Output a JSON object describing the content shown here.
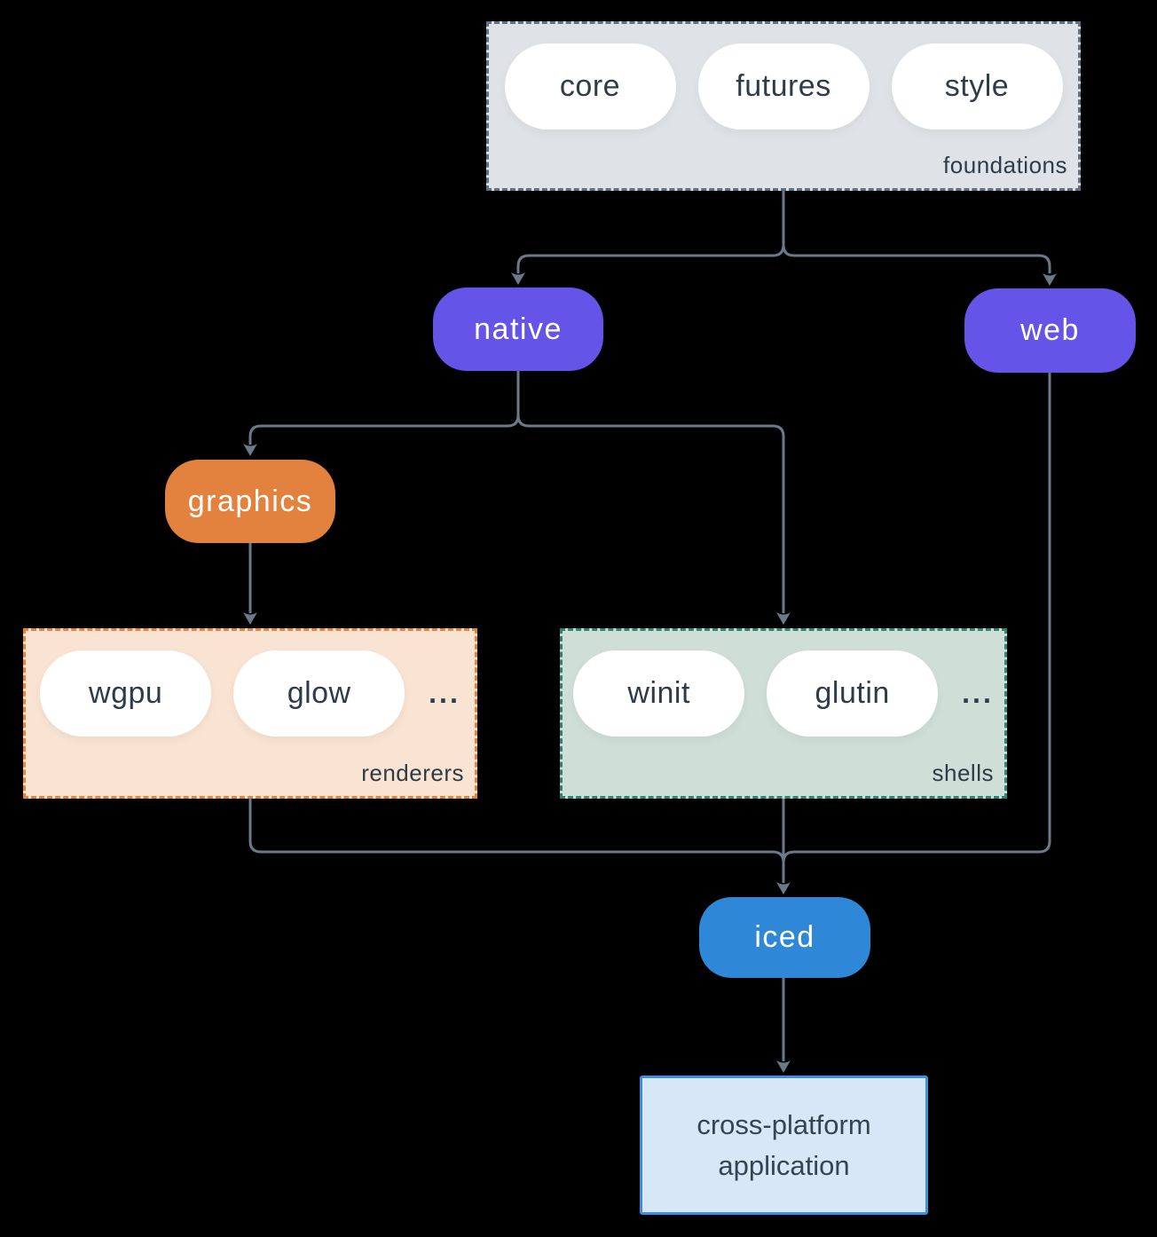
{
  "colors": {
    "bg": "#000000",
    "edge": "#6a7a8b",
    "text-dark": "#2e3c49",
    "pill-white": "#ffffff",
    "purple": "#6554e8",
    "orange": "#e2823e",
    "blue": "#2f87d7",
    "foundations-bg": "#dfe3e7",
    "foundations-border": "#5f7081",
    "renderers-bg": "#f9e3d2",
    "renderers-border": "#e8833c",
    "shells-bg": "#cfdfd8",
    "shells-border": "#2b8773",
    "app-bg": "#d7e7f8",
    "app-border": "#3f8de0"
  },
  "foundations": {
    "label": "foundations",
    "pills": [
      "core",
      "futures",
      "style"
    ]
  },
  "nodes": {
    "native": "native",
    "web": "web",
    "graphics": "graphics",
    "iced": "iced"
  },
  "renderers": {
    "label": "renderers",
    "pills": [
      "wgpu",
      "glow"
    ],
    "more": "..."
  },
  "shells": {
    "label": "shells",
    "pills": [
      "winit",
      "glutin"
    ],
    "more": "..."
  },
  "app": {
    "line1": "cross-platform",
    "line2": "application"
  }
}
